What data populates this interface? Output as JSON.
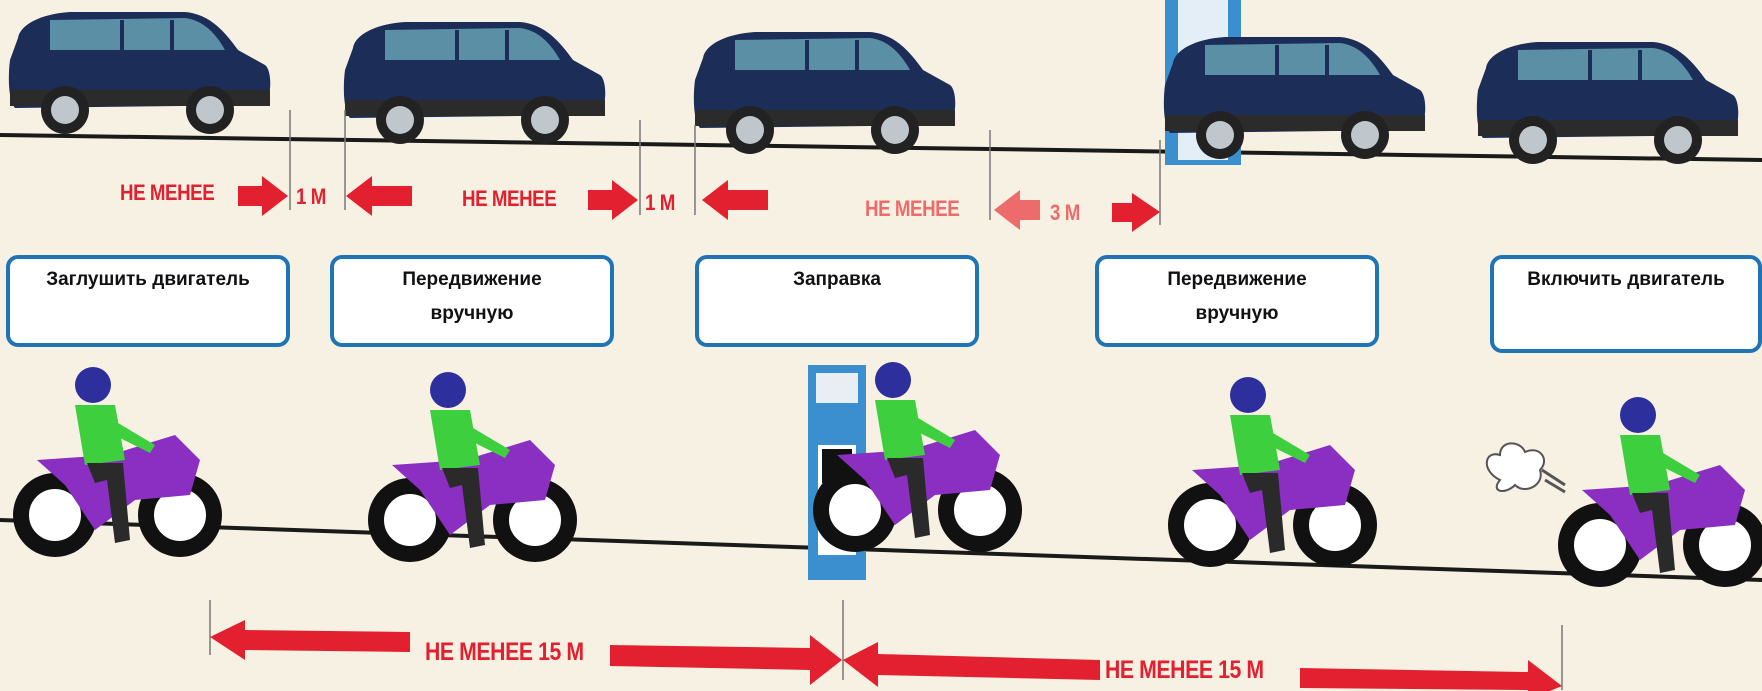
{
  "distances_top": {
    "label_1": "НЕ МЕНЕЕ",
    "value_1": "1 М",
    "label_2": "НЕ МЕНЕЕ",
    "value_2": "1 М",
    "label_3": "НЕ МЕНЕЕ",
    "value_3": "3 М"
  },
  "steps": [
    {
      "line1": "Заглушить двигатель",
      "line2": ""
    },
    {
      "line1": "Передвижение",
      "line2": "вручную"
    },
    {
      "line1": "Заправка",
      "line2": ""
    },
    {
      "line1": "Передвижение",
      "line2": "вручную"
    },
    {
      "line1": "Включить двигатель",
      "line2": ""
    }
  ],
  "distances_bottom": {
    "label_1": "НЕ МЕНЕЕ 15 М",
    "label_2": "НЕ МЕНЕЕ 15 М"
  },
  "colors": {
    "car_body": "#1c2d57",
    "arrow_red": "#e2202f",
    "box_border": "#1f74b5",
    "bike_purple": "#8a2fc2",
    "rider_green": "#3ecf3e",
    "helmet_blue": "#2d2f9c"
  }
}
